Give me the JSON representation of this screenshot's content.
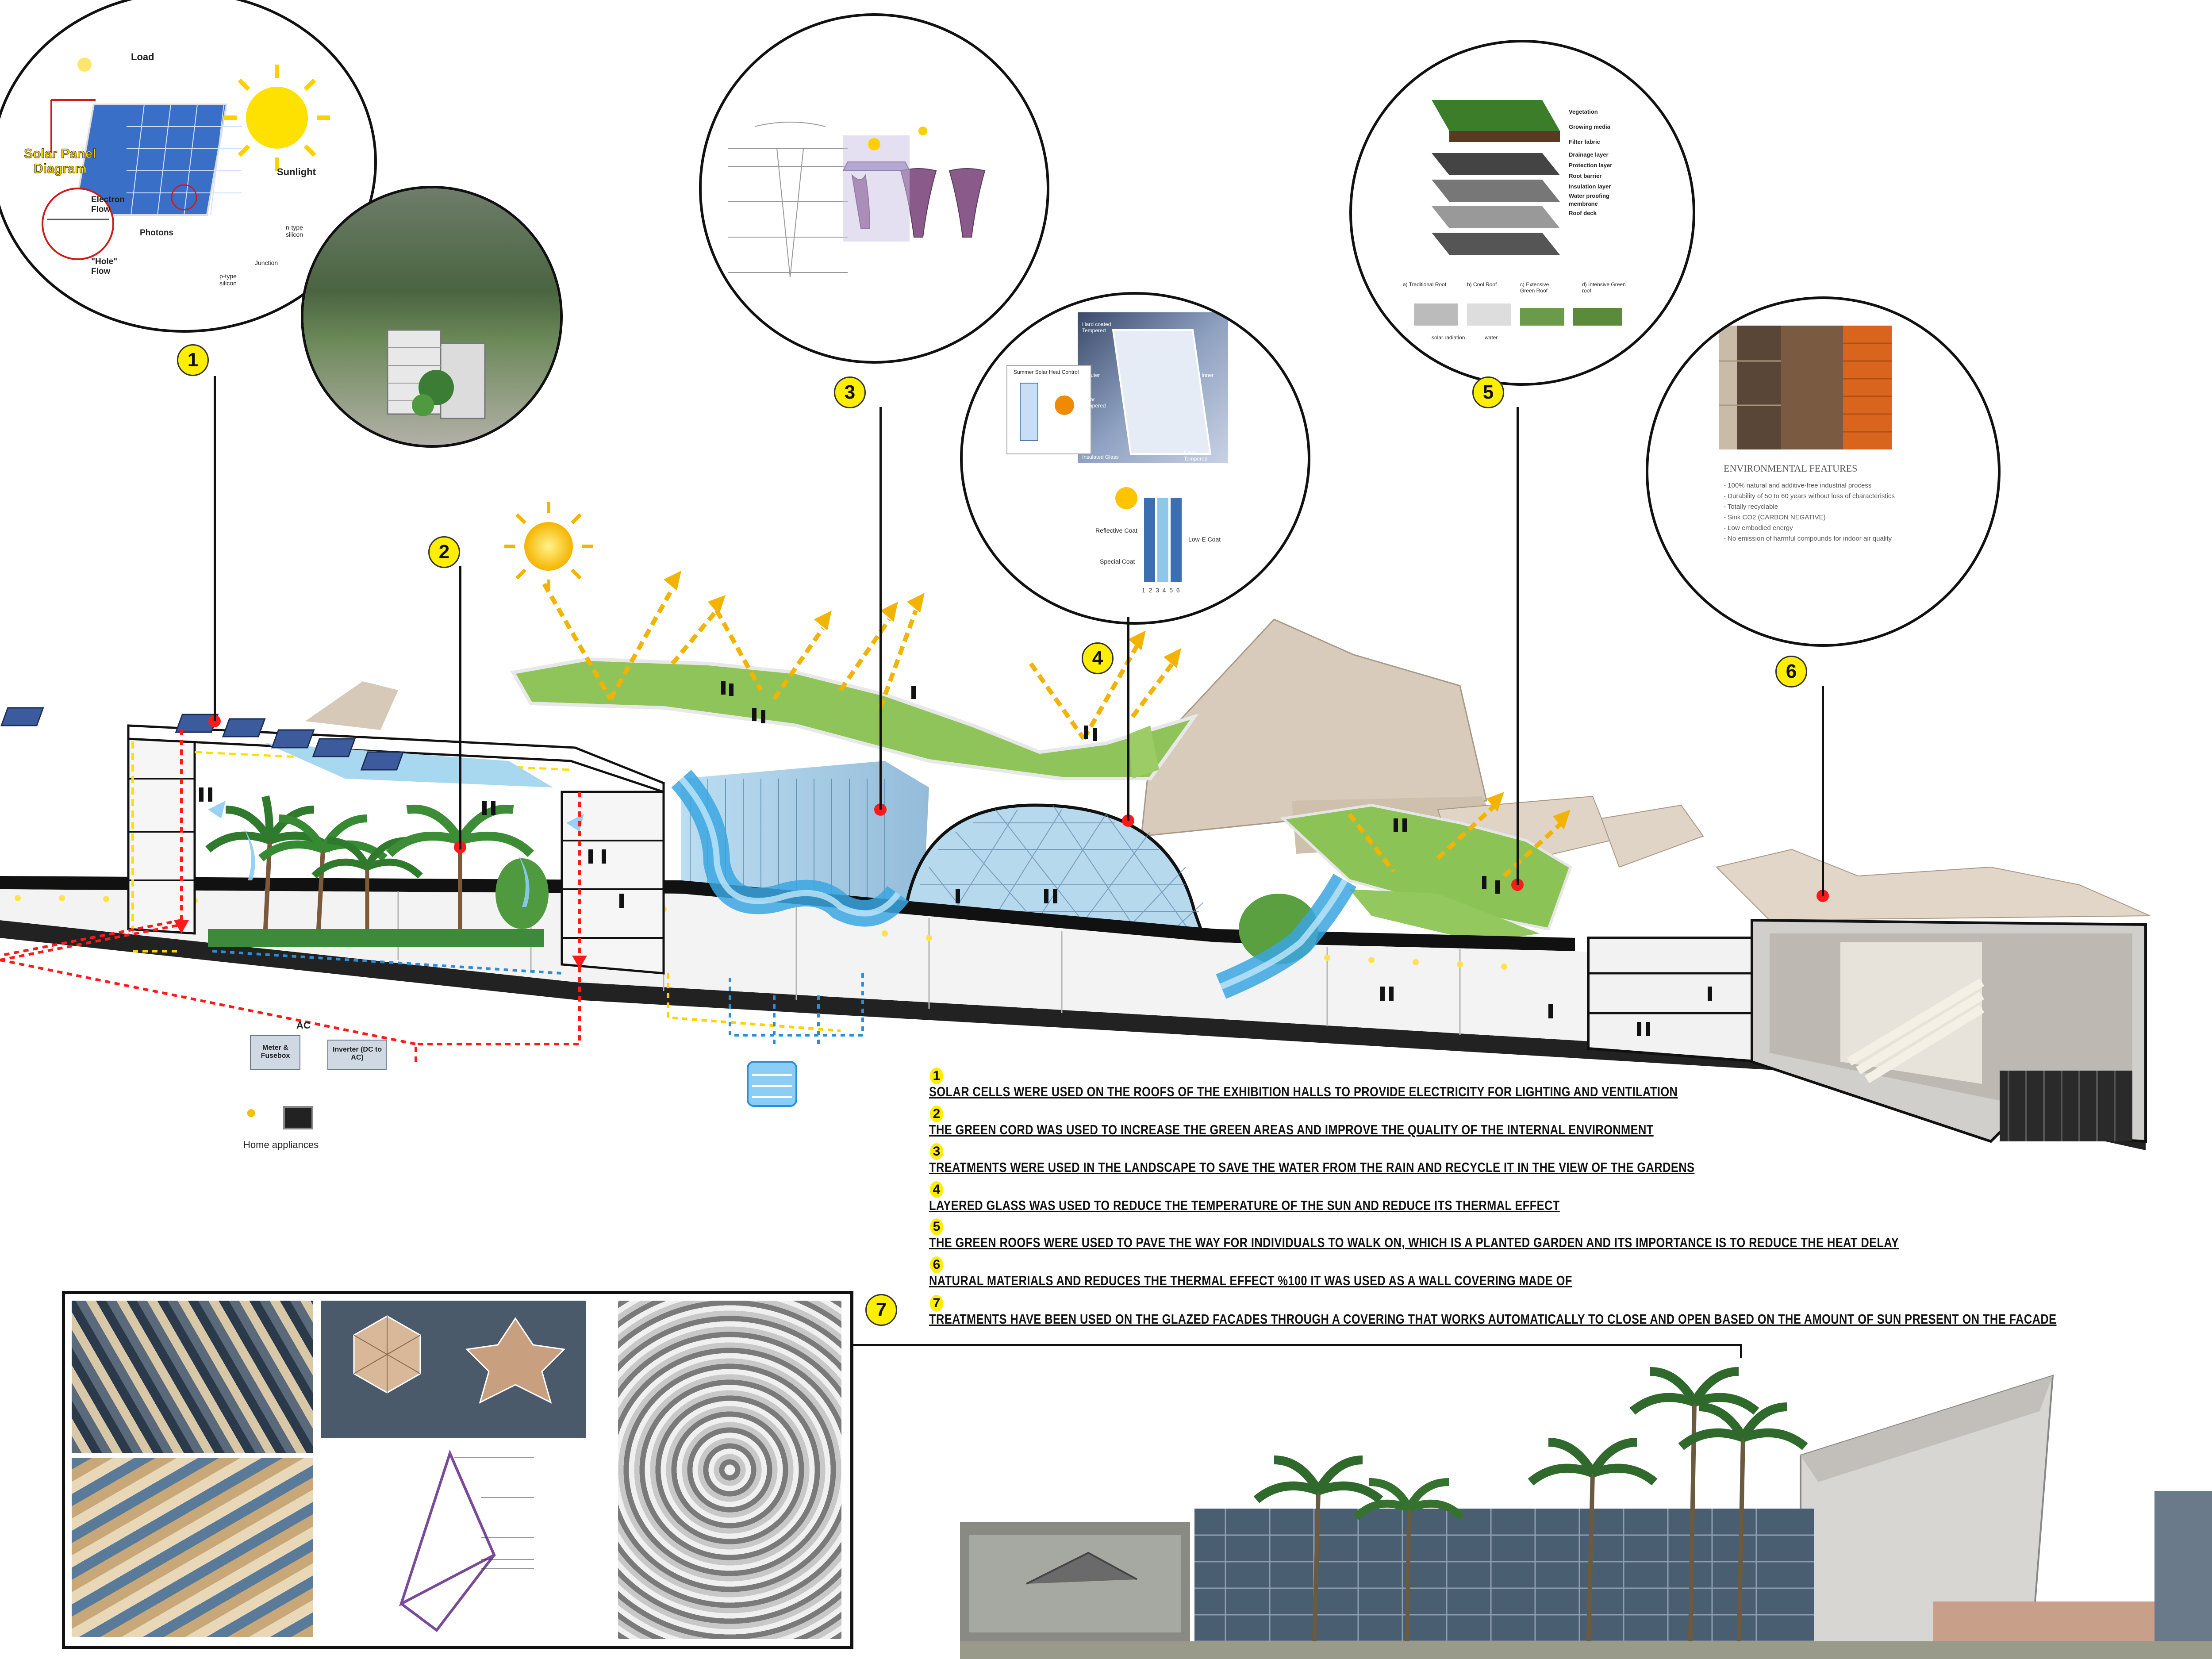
{
  "colors": {
    "accent_yellow": "#ffee00",
    "green_roof": "#8fc45a",
    "water": "#3aa6e0",
    "sun": "#ffcc00",
    "arrow": "#f2b400",
    "red_dot": "#ff1a1a"
  },
  "badges": [
    "1",
    "2",
    "3",
    "4",
    "5",
    "6",
    "7"
  ],
  "solar_diagram": {
    "title": "Solar Panel Diagram",
    "load": "Load",
    "sunlight": "Sunlight",
    "electron_flow": "Electron Flow",
    "photons": "Photons",
    "hole_flow": "\"Hole\" Flow",
    "n_type": "n-type silicon",
    "p_type": "p-type silicon",
    "junction": "Junction"
  },
  "glass_diagram": {
    "summer": "Summer Solar Heat Control",
    "hard_coated": "Hard coated Tempered",
    "outer": "Outer",
    "clear_tempered": "Clear Tempered",
    "inner": "Inner",
    "insulated": "Insulated Glass",
    "clear_tempered2": "Clear Tempered",
    "reflective": "Reflective Coat",
    "low_e": "Low-E Coat",
    "special": "Special Coat",
    "layers": "1  2  3  4  5  6"
  },
  "roof_diagram": {
    "layers": [
      "Vegetation",
      "Growing media",
      "Filter fabric",
      "Drainage layer",
      "Protection layer",
      "Root barrier",
      "Insulation layer",
      "Water proofing membrane",
      "Roof deck"
    ],
    "types": [
      "a) Traditional Roof",
      "b) Cool Roof",
      "c) Extensive Green Roof",
      "d) Intensive Green roof"
    ],
    "legend_solar": "solar radiation",
    "legend_water": "water"
  },
  "env_features": {
    "title": "ENVIRONMENTAL FEATURES",
    "items": [
      "- 100% natural and additive-free industrial process",
      "- Durability of 50 to 60 years without loss of characteristics",
      "- Totally recyclable",
      "- Sink CO2 (CARBON NEGATIVE)",
      "- Low embodied energy",
      "- No emission of harmful compounds for indoor air quality"
    ]
  },
  "ac_system": {
    "ac": "AC",
    "meter": "Meter & Fusebox",
    "inverter": "Inverter (DC to AC)",
    "home": "Home appliances"
  },
  "notes": [
    {
      "num": "1",
      "text": "SOLAR CELLS WERE USED ON THE ROOFS OF THE EXHIBITION HALLS TO PROVIDE ELECTRICITY FOR LIGHTING AND VENTILATION"
    },
    {
      "num": "2",
      "text": "THE GREEN CORD WAS USED TO INCREASE THE GREEN AREAS AND IMPROVE THE QUALITY OF THE INTERNAL ENVIRONMENT"
    },
    {
      "num": "3",
      "text": "TREATMENTS WERE USED IN THE LANDSCAPE TO SAVE THE WATER FROM THE RAIN AND RECYCLE IT IN THE VIEW OF THE GARDENS"
    },
    {
      "num": "4",
      "text": "LAYERED GLASS WAS USED TO REDUCE THE TEMPERATURE OF THE SUN AND REDUCE ITS THERMAL EFFECT"
    },
    {
      "num": "5",
      "text": "THE GREEN ROOFS WERE USED TO PAVE THE WAY FOR INDIVIDUALS TO WALK ON, WHICH IS A PLANTED GARDEN AND ITS IMPORTANCE IS TO REDUCE THE HEAT DELAY"
    },
    {
      "num": "6",
      "text": "NATURAL MATERIALS AND REDUCES THE THERMAL EFFECT %100 IT WAS USED AS A WALL COVERING MADE OF"
    },
    {
      "num": "7",
      "text": "TREATMENTS HAVE BEEN USED ON THE GLAZED FACADES THROUGH A COVERING THAT WORKS AUTOMATICALLY TO CLOSE AND OPEN BASED ON THE AMOUNT OF SUN PRESENT ON THE FACADE"
    }
  ]
}
